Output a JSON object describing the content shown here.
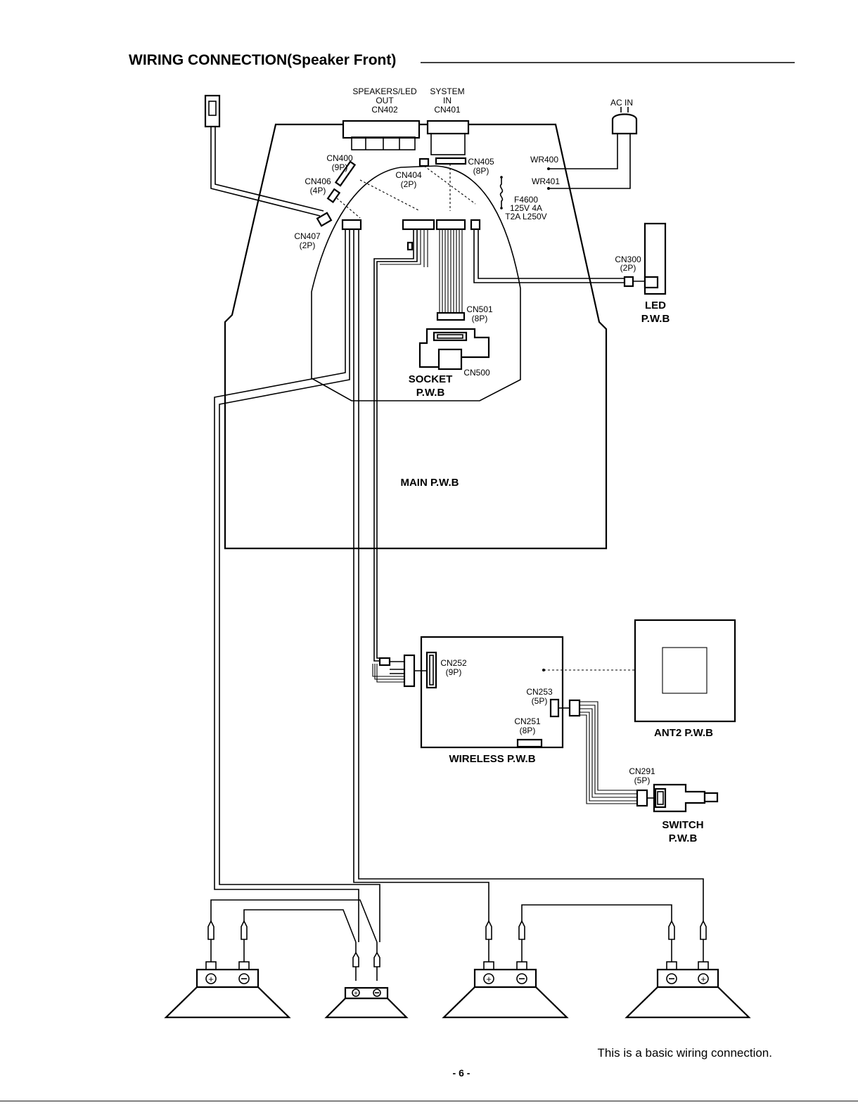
{
  "title": "WIRING  CONNECTION(Speaker Front)",
  "labels": {
    "speakers_out_1": "SPEAKERS/LED",
    "speakers_out_2": "OUT",
    "speakers_out_3": "CN402",
    "system_in_1": "SYSTEM",
    "system_in_2": "IN",
    "system_in_3": "CN401",
    "ac_in": "AC IN",
    "cn400": "CN400",
    "cn400_p": "(9P)",
    "cn406": "CN406",
    "cn406_p": "(4P)",
    "cn404": "CN404",
    "cn404_p": "(2P)",
    "cn405": "CN405",
    "cn405_p": "(8P)",
    "wr400": "WR400",
    "wr401": "WR401",
    "f4600_1": "F4600",
    "f4600_2": "125V 4A",
    "f4600_3": "T2A L250V",
    "cn407": "CN407",
    "cn407_p": "(2P)",
    "cn300": "CN300",
    "cn300_p": "(2P)",
    "led_1": "LED",
    "led_2": "P.W.B",
    "cn501": "CN501",
    "cn501_p": "(8P)",
    "cn500": "CN500",
    "socket_1": "SOCKET",
    "socket_2": "P.W.B",
    "main": "MAIN P.W.B",
    "cn252": "CN252",
    "cn252_p": "(9P)",
    "cn253": "CN253",
    "cn253_p": "(5P)",
    "cn251": "CN251",
    "cn251_p": "(8P)",
    "wireless": "WIRELESS P.W.B",
    "ant2": "ANT2 P.W.B",
    "cn291": "CN291",
    "cn291_p": "(5P)",
    "switch_1": "SWITCH",
    "switch_2": "P.W.B"
  },
  "footer": {
    "note": "This is a basic wiring connection.",
    "page": "- 6 -"
  }
}
